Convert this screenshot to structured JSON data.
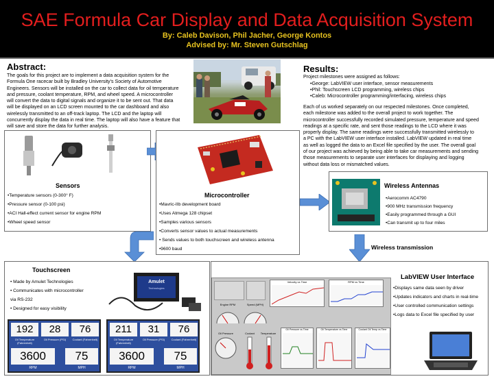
{
  "header": {
    "title": "SAE Formula Car Display and Data Acquisition System",
    "authors": "By: Caleb Davison, Phil Jacher, George Kontos",
    "advisor": "Advised by: Mr. Steven Gutschlag"
  },
  "abstract": {
    "heading": "Abstract:",
    "lines": [
      "The goals for this project are to implement a data acquisition system for the",
      "Formula One racecar built by Bradley University's Society of Automotive",
      "Engineers. Sensors will be installed on the car to collect data for oil temperature",
      "and pressure, coolant temperature, RPM, and wheel speed. A microcontroller",
      "will convert the data to digital signals and organize it to be sent out. That data",
      "will be displayed on an LCD screen mounted to the car dashboard and also",
      "wirelessly transmitted to an off-track laptop. The LCD and the laptop will",
      "concurrently display the data in real time. The laptop will also have a feature that",
      "will save and store the data for further analysis."
    ]
  },
  "results": {
    "heading": "Results:",
    "intro": "Project milestones were assigned as follows:",
    "milestones": [
      "•George:  LabVIEW user interface, sensor measurements",
      "•Phil:       Touchscreen LCD programming, wireless chips",
      "•Caleb:    Microcontroller programming/interfacing, wireless chips"
    ],
    "lines": [
      "Each of us worked separately on our respected milestones.  Once completed,",
      "each milestone was added to the overall project to work together.  The",
      "microcontroller successfully recorded simulated pressure, temperature and speed",
      "readings at a specific rate, and sent those readings to the LCD where it was",
      "properly display.  The same readings were successfully transmitted wirelessly to",
      "a PC with the LabVIEW user interface installed.  LabVIEW updated in real time",
      "as well as logged the data to an Excel file specified by the user.  The overall goal",
      "of our project was achieved by being able to take car measurements and sending",
      "those measurements to separate user interfaces for displaying and logging",
      "without data loss or mismatched values."
    ]
  },
  "sensors": {
    "title": "Sensors",
    "bullets": [
      "•Temperature sensors (0-300° F)",
      "•Pressure sensor (0-100 psi)",
      "•ACI Hall-effect current sensor for engine RPM",
      "•Wheel speed sensor"
    ]
  },
  "microcontroller": {
    "title": "Microcontroller",
    "bullets": [
      "•Mavric-IIb development board",
      "•Uses Atmega 128 chipset",
      "•Samples various sensors",
      "•Converts  sensor values to actual measurements",
      "• Sends values to both touchscreen and wireless antenna",
      "•9600 baud"
    ]
  },
  "wireless": {
    "title": "Wireless Antennas",
    "bullets": [
      "•Aerocomm AC4790",
      "•900 MHz transmission frequency",
      "•Easily programmed through a GUI",
      "•Can transmit up to four miles"
    ],
    "caption": "Wireless transmission"
  },
  "touchscreen": {
    "title": "Touchscreen",
    "bullets": [
      "•  Made by Amulet Technologies",
      "•  Communicates with microcontroller",
      "     via RS-232",
      "•  Designed for easy visibility"
    ],
    "device_brand": "Amulet",
    "device_sub": "Technologies",
    "screen_left": {
      "values": [
        "192",
        "28",
        "76"
      ],
      "labels": [
        "Oil Temperature (Fahrenheit)",
        "Oil Pressure (PSI)",
        "Coolant (Fahrenheit)"
      ],
      "rpm": "3600",
      "mph": "75",
      "rpm_label": "RPM",
      "mph_label": "MPH"
    },
    "screen_right": {
      "values": [
        "211",
        "31",
        "76"
      ],
      "labels": [
        "Oil Temperature (Fahrenheit)",
        "Oil Pressure (PSI)",
        "Coolant (Fahrenheit)"
      ],
      "rpm": "3600",
      "mph": "75",
      "rpm_label": "RPM",
      "mph_label": "MPH"
    }
  },
  "labview": {
    "title": "LabVIEW User Interface",
    "bullets": [
      "•Displays same data seen by driver",
      "•Updates indicators and charts in real-time",
      "•User controlled communication settings",
      "•Logs data to Excel file specified by user"
    ],
    "panel": {
      "chart1_title": "Velocity vs Time",
      "chart2_title": "RPM vs Time",
      "chart3_title": "Oil Pressure vs Time",
      "chart4_title": "Oil Temperature vs Time",
      "chart5_title": "Coolant Oil Temp vs Time",
      "gauge1_label": "Engine RPM",
      "gauge2_label": "Speed (MPH)",
      "gauge3_label": "Oil Pressure",
      "gauge4_label": "Coolant",
      "thermo_label": "Temperature"
    }
  },
  "colors": {
    "title_red": "#e31e1e",
    "subtitle_gold": "#e8c320",
    "arrow_blue": "#5a8fd6",
    "pcb_red": "#c42a20",
    "lcd_blue": "#1e3a8a"
  }
}
